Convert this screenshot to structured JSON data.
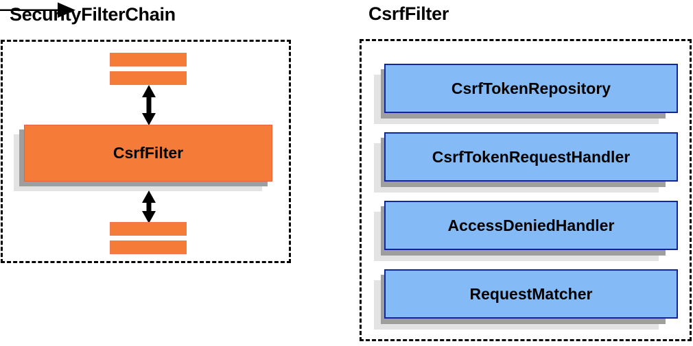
{
  "diagram": {
    "title_left": "SecurityFilterChain",
    "title_right": "CsrfFilter",
    "accent_orange": "#f57b38",
    "accent_blue": "#84bbf7",
    "blue_border": "#10249c",
    "shadow_near": "#9e9e9e",
    "shadow_far": "#e3e3e3",
    "border_style": "dashed-black"
  },
  "left_panel": {
    "title": "SecurityFilterChain",
    "main_box": {
      "label": "CsrfFilter"
    },
    "stripes": [
      {
        "name": "filter-stripe-top-1"
      },
      {
        "name": "filter-stripe-top-2"
      },
      {
        "name": "filter-stripe-bottom-1"
      },
      {
        "name": "filter-stripe-bottom-2"
      }
    ],
    "arrows": [
      {
        "name": "arrow-top",
        "direction": "bidirectional-vertical"
      },
      {
        "name": "arrow-bottom",
        "direction": "bidirectional-vertical"
      }
    ]
  },
  "right_panel": {
    "title": "CsrfFilter",
    "components": [
      {
        "label": "CsrfTokenRepository"
      },
      {
        "label": "CsrfTokenRequestHandler"
      },
      {
        "label": "AccessDeniedHandler"
      },
      {
        "label": "RequestMatcher"
      }
    ]
  },
  "connector": {
    "name": "csrffilter-expansion-arrow",
    "direction": "left-to-right"
  }
}
